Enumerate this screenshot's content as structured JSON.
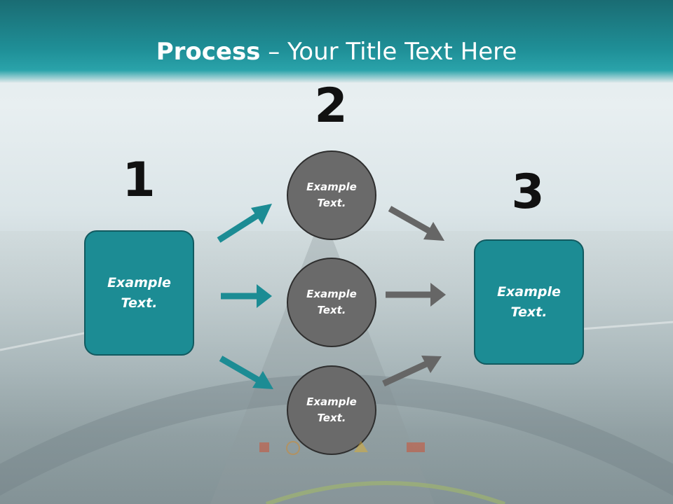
{
  "title": {
    "bold": "Process",
    "rest": " – Your Title Text Here"
  },
  "steps": [
    {
      "number": "1",
      "label_line1": "Example",
      "label_line2": "Text."
    },
    {
      "number": "2"
    },
    {
      "number": "3",
      "label_line1": "Example",
      "label_line2": "Text."
    }
  ],
  "circles": [
    {
      "line1": "Example",
      "line2": "Text."
    },
    {
      "line1": "Example",
      "line2": "Text."
    },
    {
      "line1": "Example",
      "line2": "Text."
    }
  ],
  "colors": {
    "teal": "#1c8c94",
    "teal_dark": "#125a60",
    "circle_gray": "#6a6a6a",
    "arrow_gray": "#666666"
  }
}
